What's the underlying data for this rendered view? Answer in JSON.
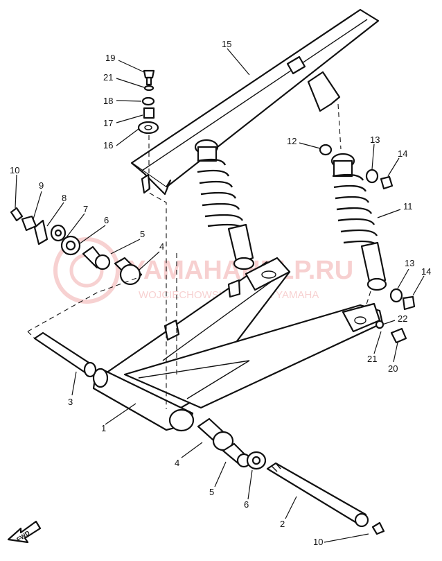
{
  "watermark": {
    "brand": "YAMAHAHELP.RU",
    "subtitle": "WOJCIECHOWSKI DEALER YAMAHA"
  },
  "fwd_label": "FWD",
  "callouts": [
    {
      "id": "c19a",
      "label": "19"
    },
    {
      "id": "c21a",
      "label": "21"
    },
    {
      "id": "c18",
      "label": "18"
    },
    {
      "id": "c17",
      "label": "17"
    },
    {
      "id": "c16",
      "label": "16"
    },
    {
      "id": "c15",
      "label": "15"
    },
    {
      "id": "c12",
      "label": "12"
    },
    {
      "id": "c13a",
      "label": "13"
    },
    {
      "id": "c14a",
      "label": "14"
    },
    {
      "id": "c11",
      "label": "11"
    },
    {
      "id": "c10a",
      "label": "10"
    },
    {
      "id": "c9",
      "label": "9"
    },
    {
      "id": "c8",
      "label": "8"
    },
    {
      "id": "c7",
      "label": "7"
    },
    {
      "id": "c6a",
      "label": "6"
    },
    {
      "id": "c5a",
      "label": "5"
    },
    {
      "id": "c4a",
      "label": "4"
    },
    {
      "id": "c13b",
      "label": "13"
    },
    {
      "id": "c14b",
      "label": "14"
    },
    {
      "id": "c22",
      "label": "22"
    },
    {
      "id": "c21b",
      "label": "21"
    },
    {
      "id": "c20",
      "label": "20"
    },
    {
      "id": "c3",
      "label": "3"
    },
    {
      "id": "c1",
      "label": "1"
    },
    {
      "id": "c4b",
      "label": "4"
    },
    {
      "id": "c5b",
      "label": "5"
    },
    {
      "id": "c6b",
      "label": "6"
    },
    {
      "id": "c2",
      "label": "2"
    },
    {
      "id": "c10b",
      "label": "10"
    }
  ]
}
